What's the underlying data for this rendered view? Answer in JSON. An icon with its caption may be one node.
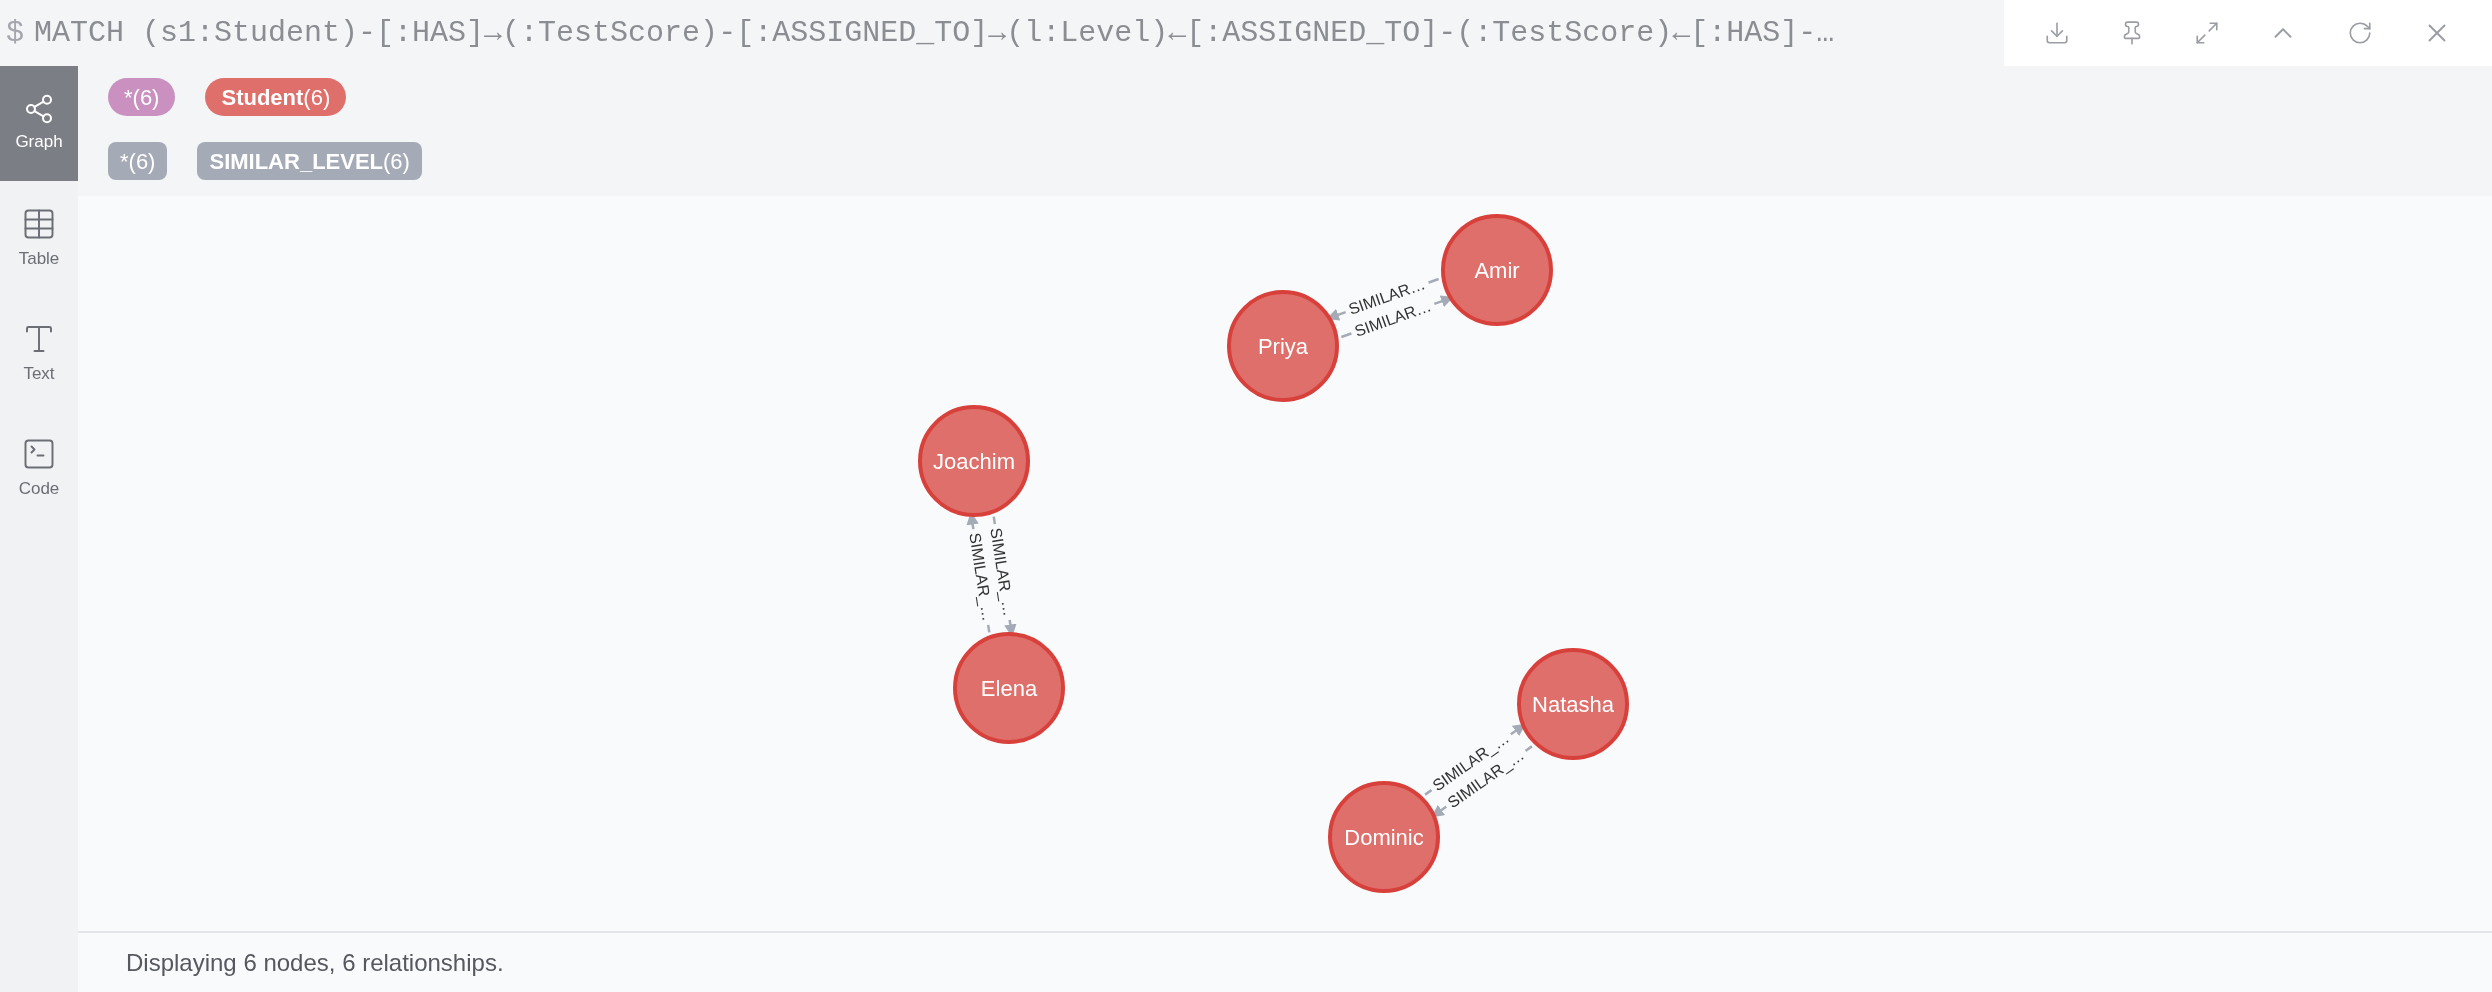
{
  "diagram": {
    "nodes": [
      {
        "text": [
          "Amir"
        ]
      },
      {
        "text": [
          "Priya"
        ]
      },
      {
        "text": [
          "Joachim"
        ]
      },
      {
        "text": [
          "Elena"
        ]
      },
      {
        "text": [
          "Natasha"
        ]
      },
      {
        "text": [
          "Dominic"
        ]
      }
    ],
    "edges": [
      {
        "from": 0,
        "to": 1,
        "arrow": "to",
        "label": "SIMILAR…"
      },
      {
        "from": 1,
        "to": 0,
        "arrow": "to",
        "label": "SIMILAR…"
      },
      {
        "from": 2,
        "to": 3,
        "arrow": "to",
        "label": "SIMILAR_…"
      },
      {
        "from": 3,
        "to": 2,
        "arrow": "to",
        "label": "SIMILAR_…"
      },
      {
        "from": 5,
        "to": 4,
        "arrow": "to",
        "label": "SIMILAR_…"
      },
      {
        "from": 4,
        "to": 5,
        "arrow": "to",
        "label": "SIMILAR_…"
      }
    ],
    "labels": [
      "$",
      "MATCH (s1:Student)-[:HAS]→(:TestScore)-[:ASSIGNED_TO]→(l:Level)←[:ASSIGNED_TO]-(:TestScore)←[:HAS]-…",
      "Graph",
      "Table",
      "Text",
      "Code",
      "*(6)",
      "**Student**(6)",
      "*(6)",
      "**SIMILAR_LEVEL**(6)",
      "Displaying 6 nodes, 6 relationships."
    ]
  }
}
